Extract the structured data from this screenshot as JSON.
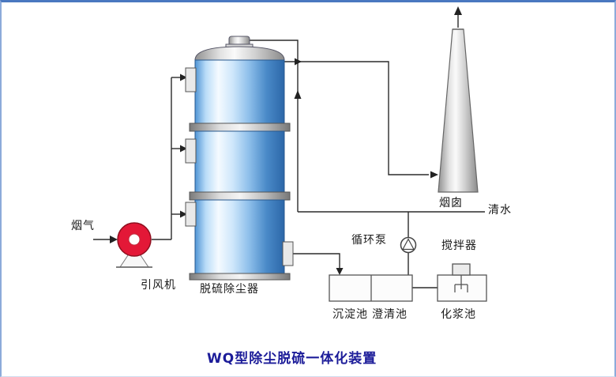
{
  "title": "WQ型除尘脱硫一体化装置",
  "labels": {
    "flue_gas": "烟气",
    "induced_draft_fan": "引风机",
    "desulfurization_dust_collector": "脱硫除尘器",
    "circulation_pump": "循环泵",
    "agitator": "搅拌器",
    "chimney": "烟囱",
    "clean_water": "清水",
    "sedimentation_tank": "沉淀池",
    "clarification_tank": "澄清池",
    "slurry_tank": "化浆池"
  },
  "icons": {
    "fan_icon": "red-donut-fan-on-pedestal",
    "pump_icon": "circle-with-triangle-pump-symbol",
    "agitator_icon": "motor-box-with-shaft",
    "flow_arrow": "black-triangle-arrowhead"
  },
  "colors": {
    "line": "#2b2b2b",
    "fan_red": "#e31837",
    "tower_blue": "#4f94d4",
    "metal_gray": "#c9c9c9",
    "title_navy": "#1c1c99",
    "frame_blue": "#4a78c0",
    "background": "#ffffff"
  }
}
